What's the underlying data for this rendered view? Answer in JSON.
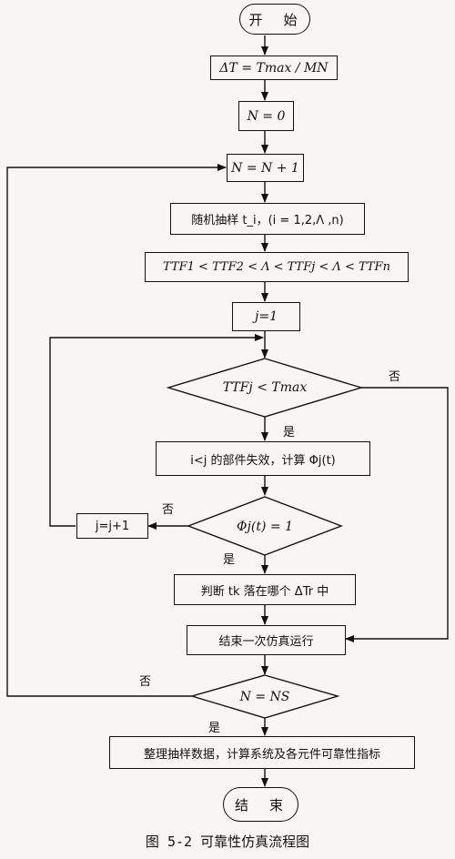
{
  "nodes": {
    "start": "开　始",
    "delta_t": "ΔT = Tmax / MN",
    "n_zero": "N = 0",
    "n_inc": "N = N + 1",
    "sampling": "随机抽样 t_i，(i = 1,2,Λ ,n)",
    "sort": "TTF1 < TTF2 < Λ < TTFj < Λ < TTFn",
    "j_init": "j=1",
    "cond_ttf": "TTFj < Tmax",
    "fail": "i<j 的部件失效，计算 Φj(t)",
    "cond_phi": "Φj(t) = 1",
    "j_inc": "j=j+1",
    "judge": "判断 tk 落在哪个 ΔTr 中",
    "end_run": "结束一次仿真运行",
    "cond_ns": "N = NS",
    "organize": "整理抽样数据，计算系统及各元件可靠性指标",
    "end": "结　束"
  },
  "labels": {
    "yes_ttf": "是",
    "no_ttf": "否",
    "yes_phi": "是",
    "no_phi": "否",
    "yes_ns": "是",
    "no_ns": "否"
  },
  "caption": "图 5-2 可靠性仿真流程图"
}
